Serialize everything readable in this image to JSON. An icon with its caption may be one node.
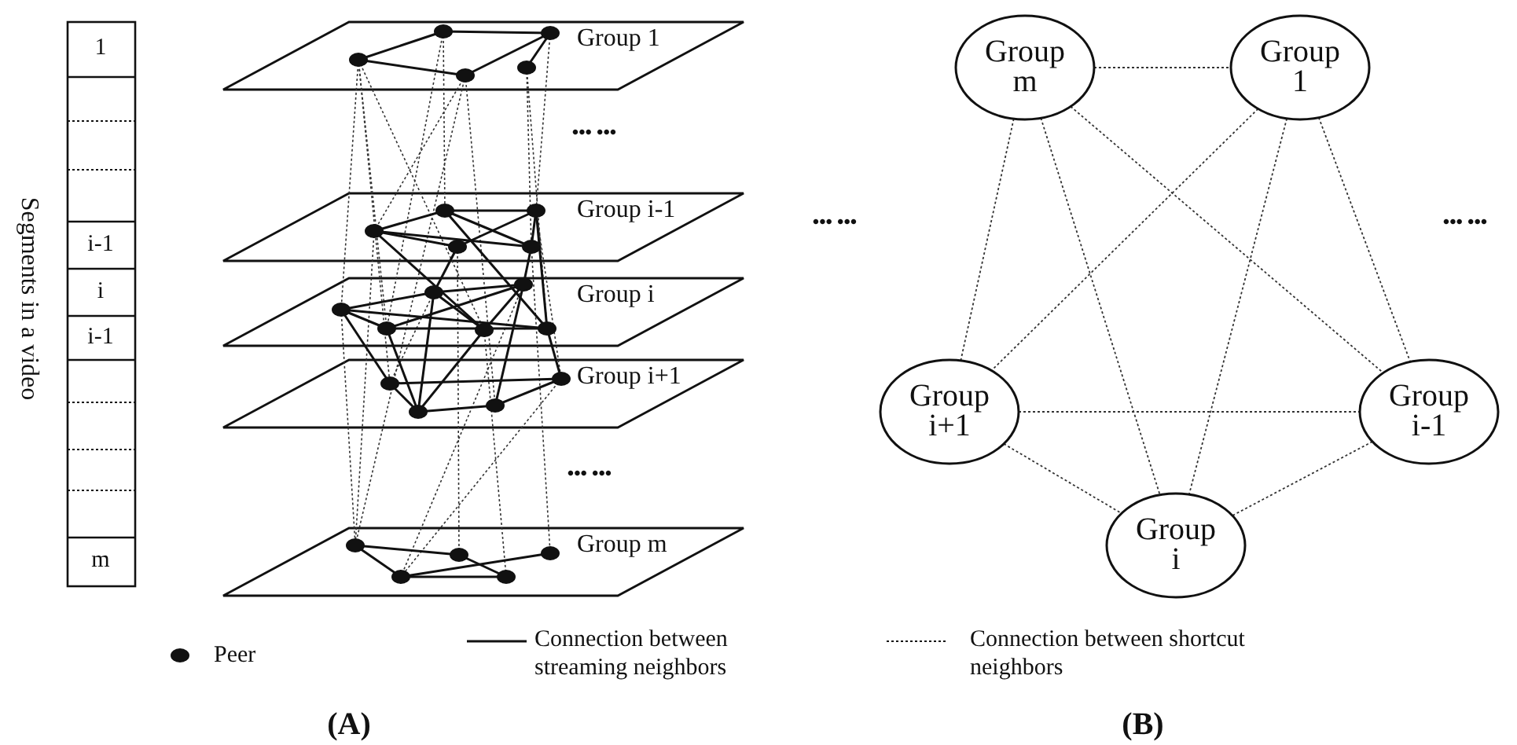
{
  "diagram": {
    "nodes": [
      {
        "text": [
          "Group 1"
        ]
      },
      {
        "text": [
          "Group i-1"
        ]
      },
      {
        "text": [
          "Group i"
        ]
      },
      {
        "text": [
          "Group i+1"
        ]
      },
      {
        "text": [
          "Group m"
        ]
      },
      {
        "text": [
          "Group m"
        ]
      },
      {
        "text": [
          "Group 1"
        ]
      },
      {
        "text": [
          "Group i+1"
        ]
      },
      {
        "text": [
          "Group i-1"
        ]
      },
      {
        "text": [
          "Group i"
        ]
      }
    ],
    "edges": [
      {
        "from": 5,
        "to": 6,
        "arrow": "none"
      },
      {
        "from": 5,
        "to": 7,
        "arrow": "none"
      },
      {
        "from": 5,
        "to": 9,
        "arrow": "none"
      },
      {
        "from": 5,
        "to": 8,
        "arrow": "none"
      },
      {
        "from": 6,
        "to": 7,
        "arrow": "none"
      },
      {
        "from": 6,
        "to": 9,
        "arrow": "none"
      },
      {
        "from": 6,
        "to": 8,
        "arrow": "none"
      },
      {
        "from": 7,
        "to": 8,
        "arrow": "none"
      },
      {
        "from": 7,
        "to": 9,
        "arrow": "none"
      },
      {
        "from": 8,
        "to": 9,
        "arrow": "none"
      }
    ],
    "labels": [
      "Segments in a video",
      "1",
      "i-1",
      "i",
      "i-1",
      "m",
      "••• •••",
      "••• •••",
      "••• •••",
      "••• •••",
      "(A)",
      "(B)"
    ],
    "legend": [
      {
        "text": "Peer"
      },
      {
        "text": "Connection between streaming neighbors"
      },
      {
        "text": "Connection between shortcut neighbors"
      }
    ]
  }
}
